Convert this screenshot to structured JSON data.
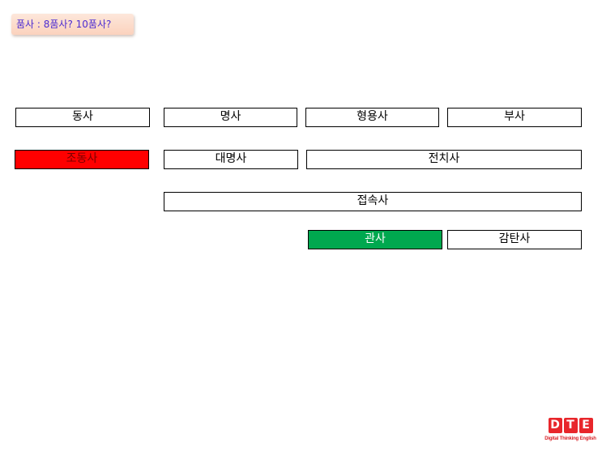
{
  "title": "품사 : 8품사? 10품사?",
  "boxes": {
    "verb": "동사",
    "noun": "명사",
    "adjective": "형용사",
    "adverb": "부사",
    "auxiliary_verb": "조동사",
    "pronoun": "대명사",
    "preposition": "전치사",
    "conjunction": "접속사",
    "article": "관사",
    "interjection": "감탄사"
  },
  "colors": {
    "highlight_red": "#ff0000",
    "highlight_green": "#00a84f",
    "title_text": "#4b2bd1",
    "logo_red": "#e8262b"
  },
  "logo": {
    "letter_1": "D",
    "letter_2": "T",
    "letter_3": "E",
    "tagline": "Digital Thinking English"
  }
}
